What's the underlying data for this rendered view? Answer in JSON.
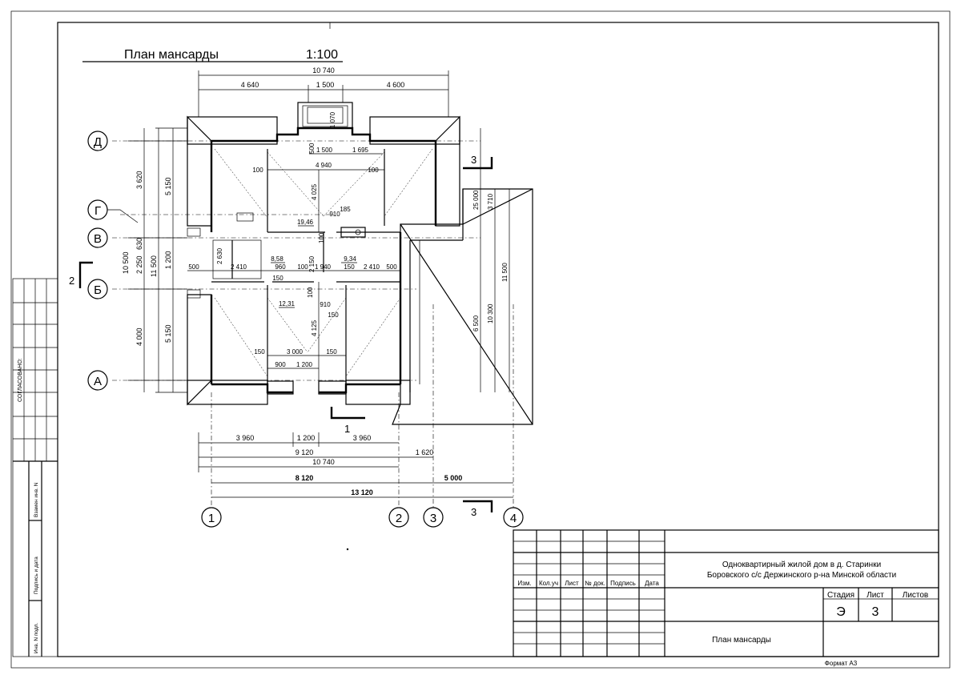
{
  "drawing": {
    "title": "План мансарды",
    "scale": "1:100"
  },
  "axes": {
    "vertical": [
      "1",
      "2",
      "3",
      "4"
    ],
    "horizontal": [
      "Д",
      "Г",
      "В",
      "Б",
      "А"
    ]
  },
  "section_marks": {
    "s1": "1",
    "s2": "2",
    "s3_top": "3",
    "s3_bottom": "3"
  },
  "dimensions": {
    "top_total": "10 740",
    "top_left": "4 640",
    "top_mid": "1 500",
    "top_right": "4 600",
    "balcony_depth": "1 070",
    "inner_500": "500",
    "inner_1500": "1 500",
    "inner_1695": "1 695",
    "inner_4940": "4 940",
    "inner_4025": "4 025",
    "inner_100a": "100",
    "inner_100b": "100",
    "inner_185": "185",
    "inner_910a": "910",
    "inner_2630": "2 630",
    "inner_500b": "500",
    "inner_2410a": "2 410",
    "inner_960": "960",
    "inner_100c": "100",
    "inner_1940": "1 940",
    "inner_150a": "150",
    "inner_2410b": "2 410",
    "inner_500c": "500",
    "inner_150b": "150",
    "inner_2150": "2 150",
    "inner_100d": "100",
    "inner_100e": "100",
    "inner_910b": "910",
    "inner_150c": "150",
    "inner_4125": "4 125",
    "inner_150d": "150",
    "inner_3000": "3 000",
    "inner_150e": "150",
    "inner_900": "900",
    "inner_1200b": "1 200",
    "left_3620": "3 620",
    "left_630": "630",
    "left_2250": "2 250",
    "left_4000": "4 000",
    "left_10500": "10 500",
    "left_5150a": "5 150",
    "left_11500": "11 500",
    "left_1200": "1 200",
    "left_5150b": "5 150",
    "right_25000": "25 000",
    "right_3710": "3 710",
    "right_11500": "11 500",
    "right_10300": "10 300",
    "right_6500": "6 500",
    "bottom_3960a": "3 960",
    "bottom_1200": "1 200",
    "bottom_3960b": "3 960",
    "bottom_9120": "9 120",
    "bottom_1620": "1 620",
    "bottom_10740": "10 740",
    "bottom_8120": "8 120",
    "bottom_5000": "5 000",
    "bottom_13120": "13 120"
  },
  "room_areas": {
    "a1": "19,46",
    "a2": "8,58",
    "a3": "9,34",
    "a4": "12,31"
  },
  "side_stamp": {
    "agreed": "СОГЛАСОВАНО:",
    "replace_inv": "Взамен инв. N",
    "sign_date": "Подпись и дата",
    "inv_orig": "Инв. N подл."
  },
  "title_block": {
    "project": "Одноквартирный жилой дом в д. Старинки",
    "location": "Боровского с/с Держинского р-на Минской области",
    "sheet_title": "План мансарды",
    "cols": [
      "Изм.",
      "Кол.уч",
      "Лист",
      "№ док.",
      "Подпись",
      "Дата"
    ],
    "stage_label": "Стадия",
    "sheet_label": "Лист",
    "sheets_label": "Листов",
    "stage": "Э",
    "sheet_no": "3",
    "format": "Формат А3"
  }
}
